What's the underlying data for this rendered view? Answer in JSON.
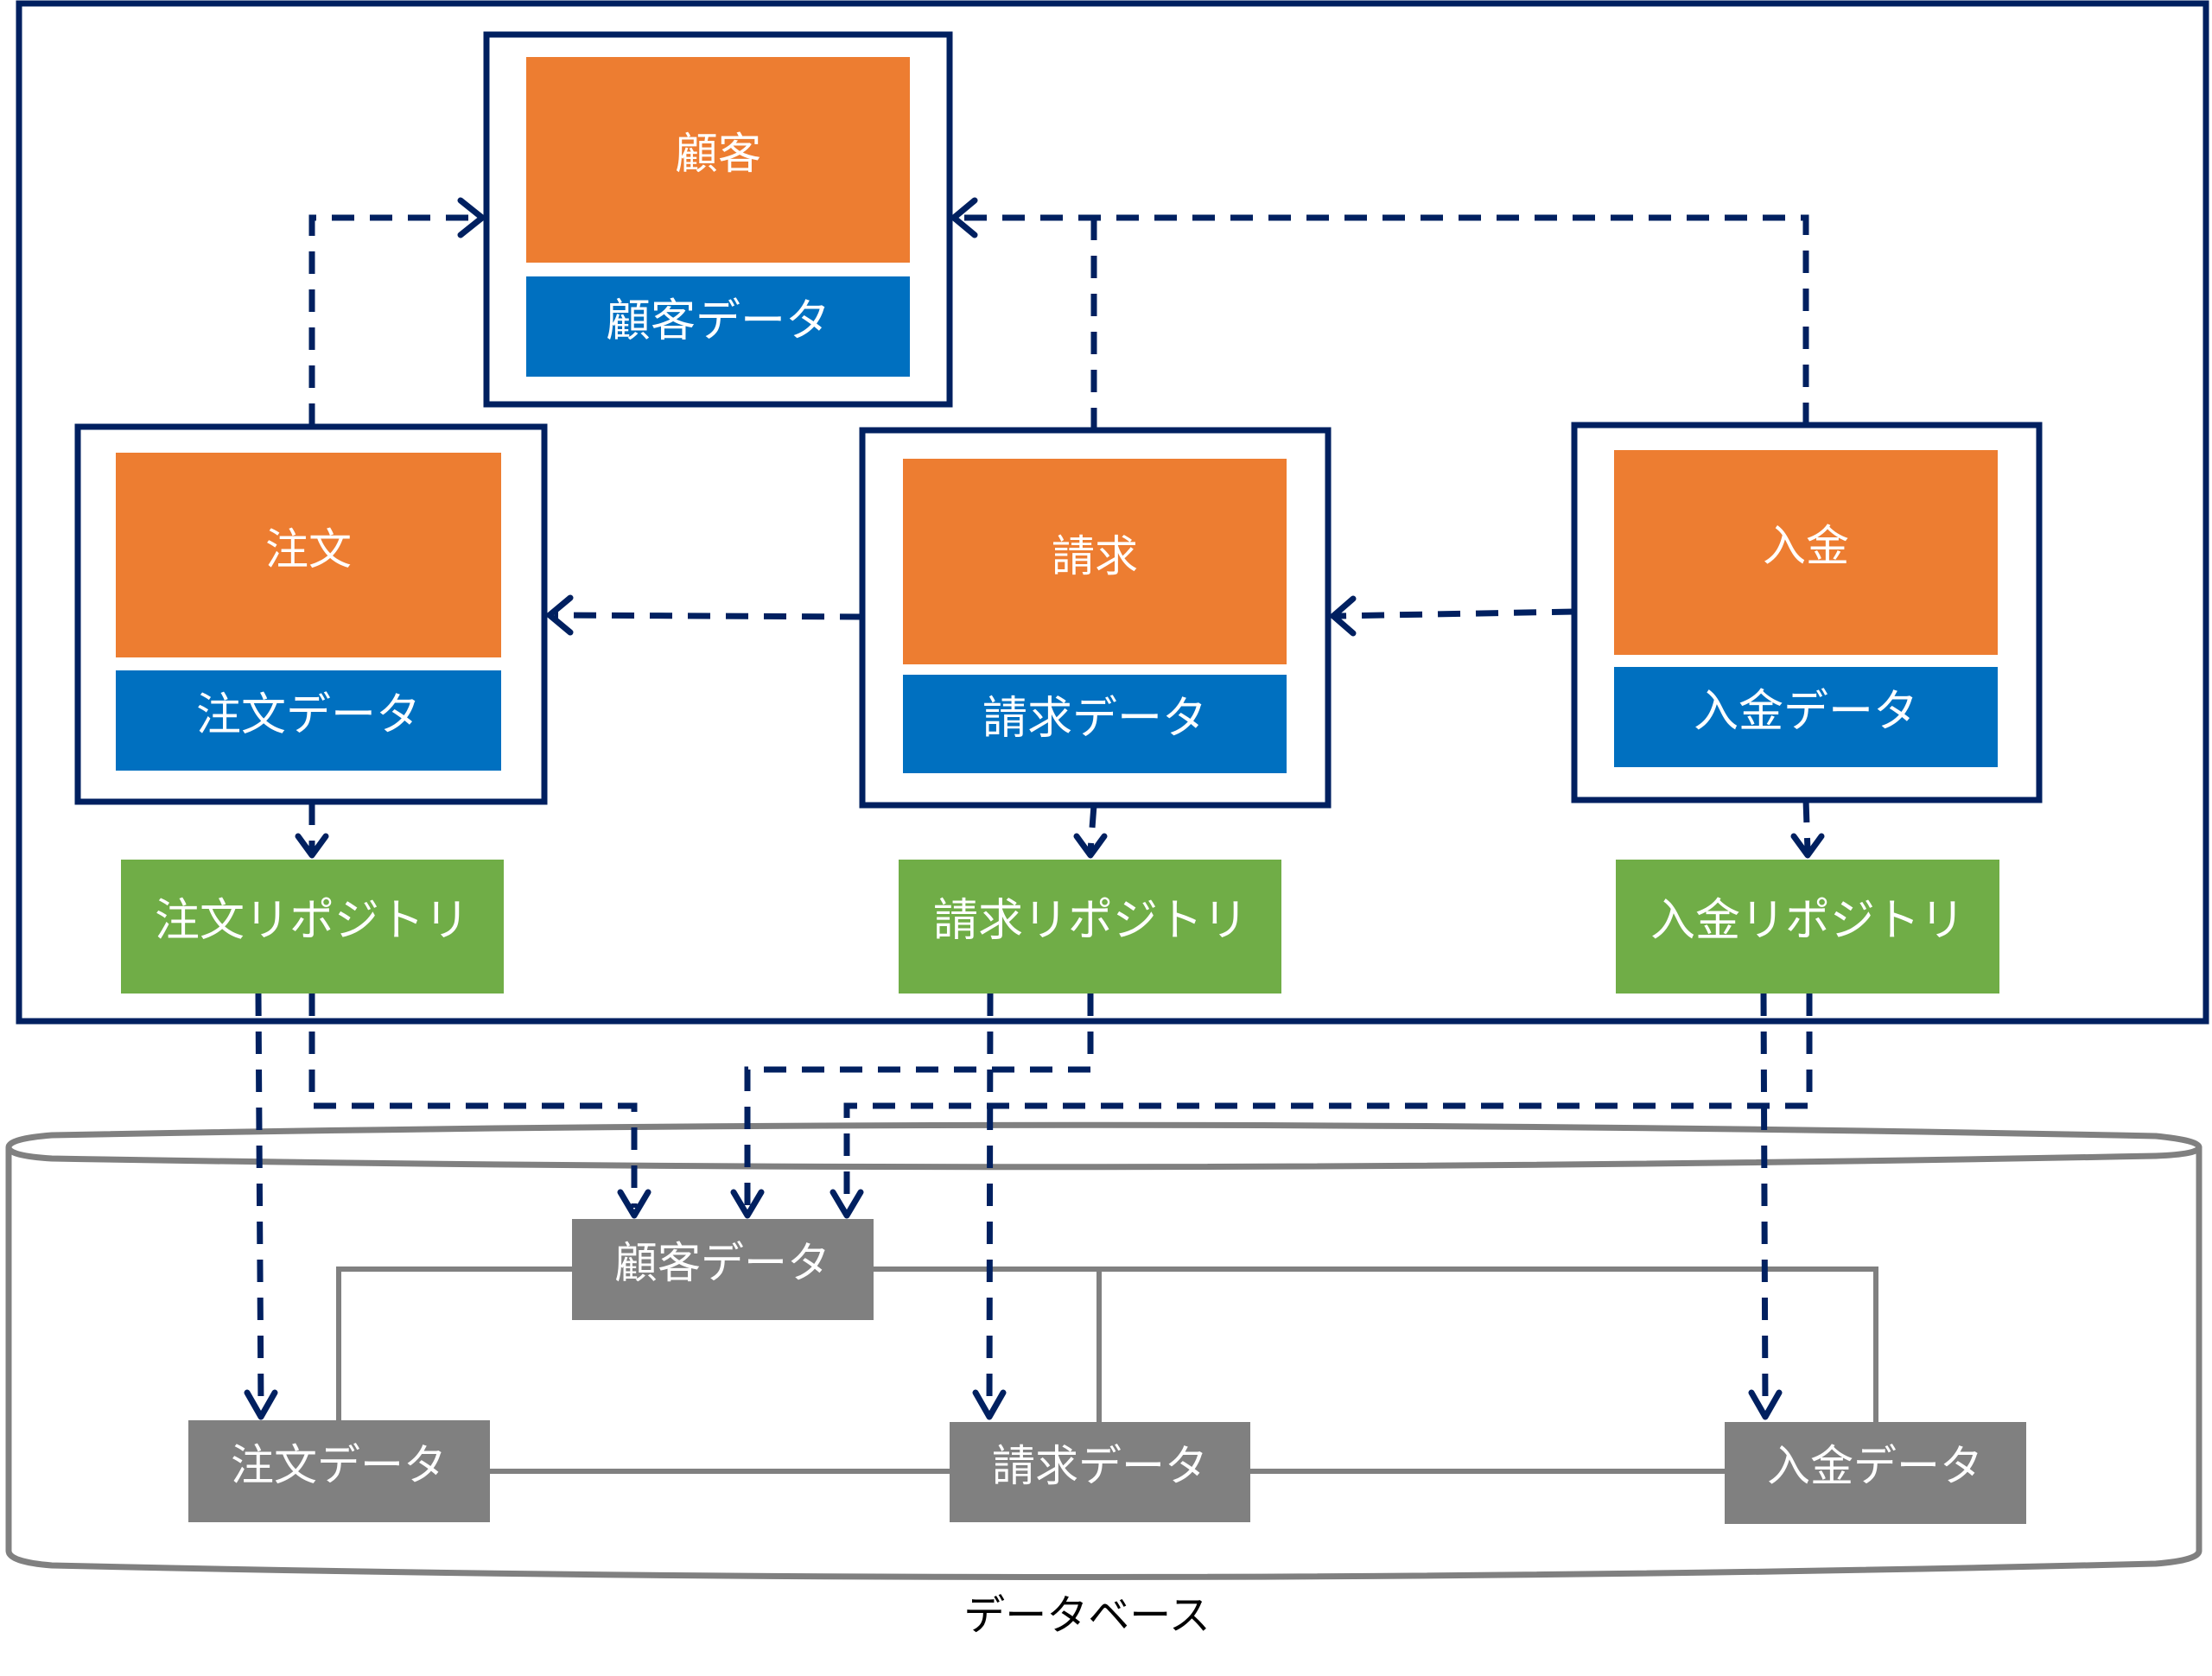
{
  "colors": {
    "frame": "#002060",
    "context": "#ED7D31",
    "context_data": "#0070C0",
    "repository": "#70AD47",
    "db_table": "#808080",
    "db_line": "#808080",
    "text_on_color": "#FFFFFF",
    "caption": "#000000"
  },
  "contexts": {
    "customer": {
      "name": "顧客",
      "data": "顧客データ"
    },
    "order": {
      "name": "注文",
      "data": "注文データ"
    },
    "billing": {
      "name": "請求",
      "data": "請求データ"
    },
    "payment": {
      "name": "入金",
      "data": "入金データ"
    }
  },
  "repositories": {
    "order": "注文リポジトリ",
    "billing": "請求リポジトリ",
    "payment": "入金リポジトリ"
  },
  "database": {
    "caption": "データベース",
    "tables": {
      "customer": "顧客データ",
      "order": "注文データ",
      "billing": "請求データ",
      "payment": "入金データ"
    }
  },
  "dependencies": [
    {
      "from": "注文",
      "to": "顧客"
    },
    {
      "from": "請求",
      "to": "顧客"
    },
    {
      "from": "入金",
      "to": "顧客"
    },
    {
      "from": "請求",
      "to": "注文"
    },
    {
      "from": "入金",
      "to": "請求"
    },
    {
      "from": "注文",
      "to": "注文リポジトリ"
    },
    {
      "from": "請求",
      "to": "請求リポジトリ"
    },
    {
      "from": "入金",
      "to": "入金リポジトリ"
    },
    {
      "from": "注文リポジトリ",
      "to": "注文データ"
    },
    {
      "from": "注文リポジトリ",
      "to": "顧客データ"
    },
    {
      "from": "請求リポジトリ",
      "to": "請求データ"
    },
    {
      "from": "請求リポジトリ",
      "to": "顧客データ"
    },
    {
      "from": "入金リポジトリ",
      "to": "入金データ"
    },
    {
      "from": "入金リポジトリ",
      "to": "顧客データ"
    }
  ]
}
